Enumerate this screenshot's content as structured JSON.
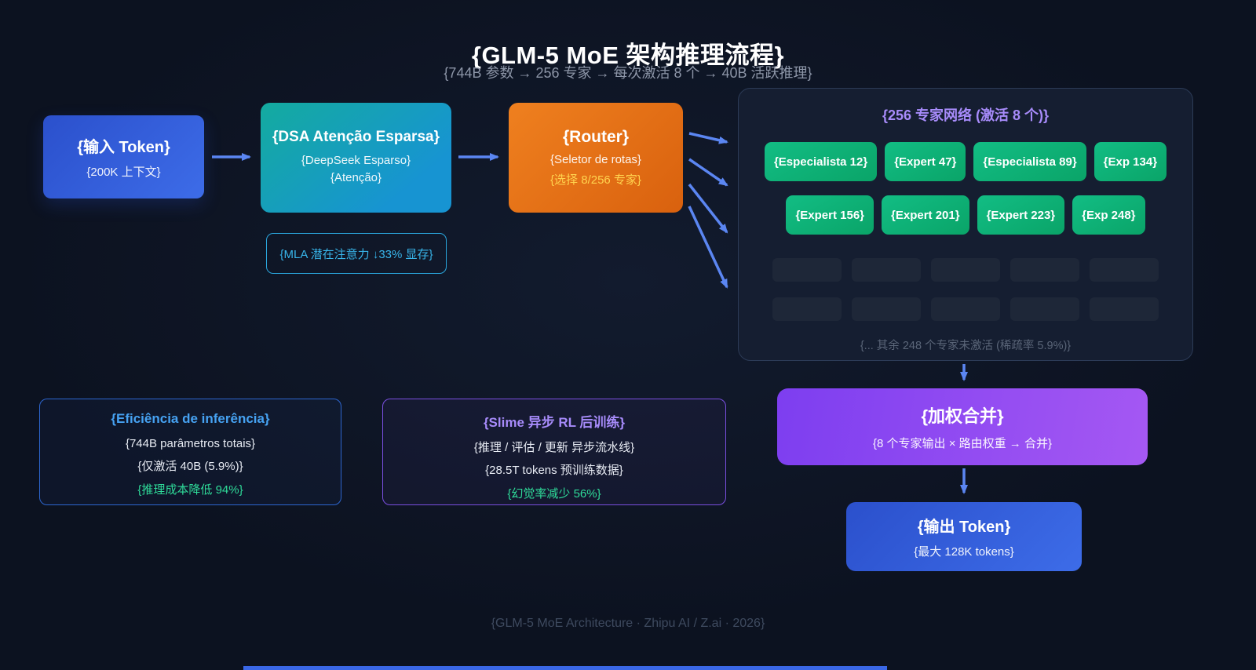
{
  "page": {
    "title": "{GLM-5 MoE 架构推理流程}",
    "subtitle": "{744B 参数 → 256 专家 → 每次激活 8 个 → 40B 活跃推理}",
    "footer": "{GLM-5 MoE Architecture · Zhipu AI / Z.ai · 2026}"
  },
  "flow": {
    "input": {
      "title": "{输入 Token}",
      "subtitle": "{200K 上下文}"
    },
    "dsa": {
      "title": "{DSA Atenção Esparsa}",
      "line1": "{DeepSeek Esparso}",
      "line2": "{Atenção}"
    },
    "mla_note": "{MLA 潜在注意力 ↓33% 显存}",
    "router": {
      "title": "{Router}",
      "line1": "{Seletor de rotas}",
      "line2": "{选择 8/256 专家}"
    }
  },
  "experts": {
    "title": "{256 专家网络 (激活 8 个)}",
    "active_row1": [
      "{Especialista 12}",
      "{Expert 47}",
      "{Especialista 89}",
      "{Exp 134}"
    ],
    "active_row2": [
      "{Expert 156}",
      "{Expert 201}",
      "{Expert 223}",
      "{Exp 248}"
    ],
    "inactive_note": "{... 其余 248 个专家未激活 (稀疏率 5.9%)}"
  },
  "merge": {
    "title": "{加权合并}",
    "subtitle": "{8 个专家输出 × 路由权重 → 合并}"
  },
  "output": {
    "title": "{输出 Token}",
    "subtitle": "{最大 128K tokens}"
  },
  "info_cards": [
    {
      "title": "{Eficiência de inferência}",
      "lines": [
        "{744B parâmetros totais}",
        "{仅激活 40B (5.9%)}"
      ],
      "highlight": "{推理成本降低 94%}"
    },
    {
      "title": "{Slime 异步 RL 后训练}",
      "lines": [
        "{推理 / 评估 / 更新 异步流水线}",
        "{28.5T tokens 预训练数据}"
      ],
      "highlight": "{幻觉率减少 56%}"
    }
  ],
  "colors": {
    "background": "#0c1220",
    "accent_blue": "#3d6ce8",
    "accent_teal": "#1794d2",
    "accent_orange": "#e8711c",
    "accent_green": "#10b981",
    "accent_purple": "#8b4ef2",
    "arrow_blue": "#5b86f2",
    "highlight_green": "#2fdc9a",
    "router_note_yellow": "#ffd44f",
    "mla_cyan": "#38b5ea",
    "panel_title_purple": "#a78bfa"
  }
}
